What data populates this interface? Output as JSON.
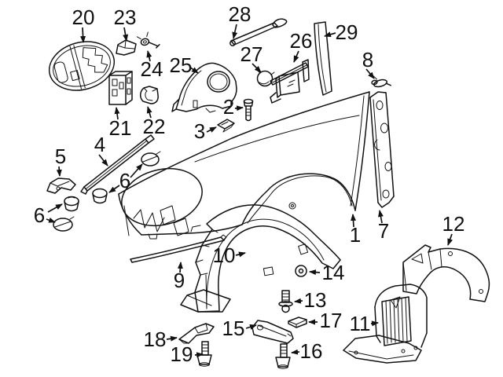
{
  "colors": {
    "background": "#ffffff",
    "line": "#111111",
    "label": "#111111"
  },
  "callouts": {
    "c1": "1",
    "c2": "2",
    "c3": "3",
    "c4": "4",
    "c5": "5",
    "c6a": "6",
    "c6b": "6",
    "c7": "7",
    "c8": "8",
    "c9": "9",
    "c10": "10",
    "c11": "11",
    "c12": "12",
    "c13": "13",
    "c14": "14",
    "c15": "15",
    "c16": "16",
    "c17": "17",
    "c18": "18",
    "c19": "19",
    "c20": "20",
    "c21": "21",
    "c22": "22",
    "c23": "23",
    "c24": "24",
    "c25": "25",
    "c26": "26",
    "c27": "27",
    "c28": "28",
    "c29": "29"
  }
}
